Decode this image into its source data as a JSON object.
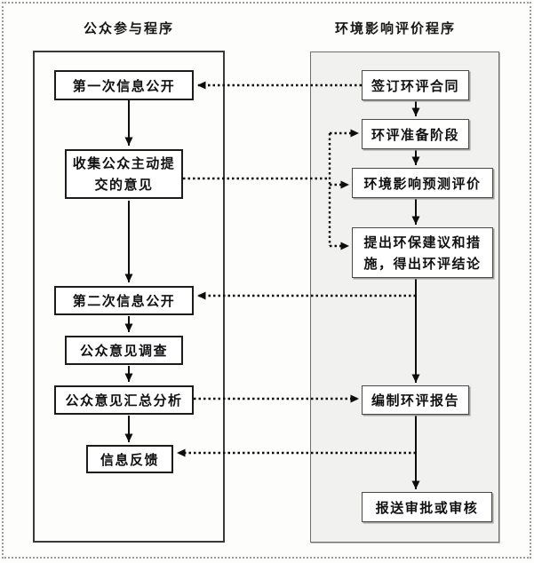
{
  "diagram": {
    "left_column": {
      "title": "公众参与程序",
      "nodes": [
        "第一次信息公开",
        "收集公众主动提交的意见",
        "第二次信息公开",
        "公众意见调查",
        "公众意见汇总分析",
        "信息反馈"
      ]
    },
    "right_column": {
      "title": "环境影响评价程序",
      "nodes": [
        "签订环评合同",
        "环评准备阶段",
        "环境影响预测评价",
        "提出环保建议和措施，得出环评结论",
        "编制环评报告",
        "报送审批或审核"
      ]
    },
    "edges": [
      {
        "from": "签订环评合同",
        "to": "第一次信息公开",
        "style": "dotted"
      },
      {
        "from": "第一次信息公开",
        "to": "收集公众主动提交的意见",
        "style": "solid"
      },
      {
        "from": "收集公众主动提交的意见",
        "to": "环评准备阶段",
        "style": "dotted"
      },
      {
        "from": "收集公众主动提交的意见",
        "to": "环境影响预测评价",
        "style": "dotted"
      },
      {
        "from": "收集公众主动提交的意见",
        "to": "提出环保建议和措施，得出环评结论",
        "style": "dotted"
      },
      {
        "from": "收集公众主动提交的意见",
        "to": "第二次信息公开",
        "style": "solid"
      },
      {
        "from": "签订环评合同",
        "to": "环评准备阶段",
        "style": "solid"
      },
      {
        "from": "环评准备阶段",
        "to": "环境影响预测评价",
        "style": "solid"
      },
      {
        "from": "环境影响预测评价",
        "to": "提出环保建议和措施，得出环评结论",
        "style": "solid"
      },
      {
        "from": "提出环保建议和措施，得出环评结论",
        "to": "第二次信息公开",
        "style": "dotted"
      },
      {
        "from": "第二次信息公开",
        "to": "公众意见调查",
        "style": "solid"
      },
      {
        "from": "公众意见调查",
        "to": "公众意见汇总分析",
        "style": "solid"
      },
      {
        "from": "公众意见汇总分析",
        "to": "编制环评报告",
        "style": "dotted"
      },
      {
        "from": "公众意见汇总分析",
        "to": "信息反馈",
        "style": "solid"
      },
      {
        "from": "提出环保建议和措施，得出环评结论",
        "to": "编制环评报告",
        "style": "solid"
      },
      {
        "from": "编制环评报告",
        "to": "信息反馈",
        "style": "dotted"
      },
      {
        "from": "编制环评报告",
        "to": "报送审批或审核",
        "style": "solid"
      }
    ],
    "colors": {
      "panel_bg": "#f1f1ef",
      "line": "#0d0d0d",
      "left_border": "#3a3a3a",
      "right_border": "#6e6e6e",
      "page_frame": "#9b9b9b"
    }
  }
}
